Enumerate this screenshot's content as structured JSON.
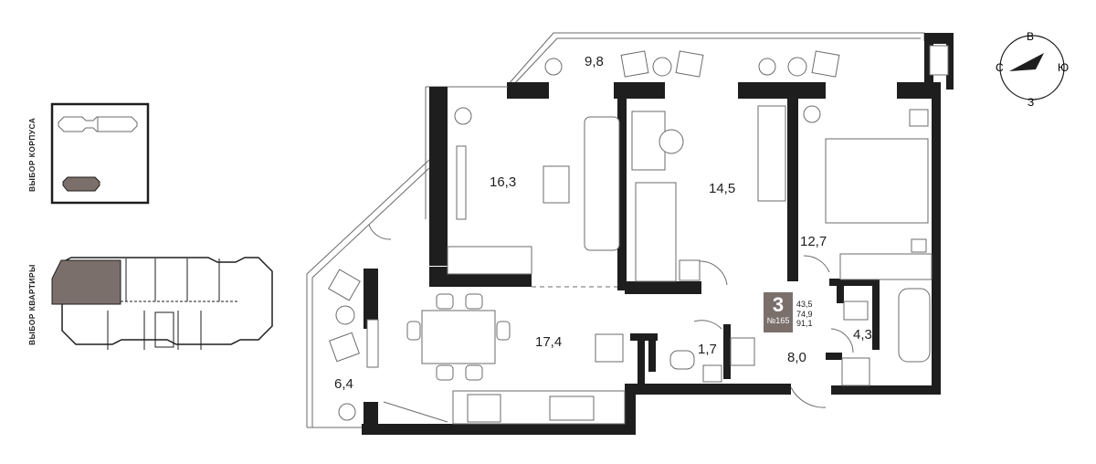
{
  "sidebar": {
    "building_label": "ВЫБОР КОРПУСА",
    "apartment_label": "ВЫБОР КВАРТИРЫ"
  },
  "compass": {
    "north": "С",
    "east": "В",
    "south": "Ю",
    "west": "З"
  },
  "badge": {
    "rooms": "3",
    "number": "№165",
    "areas": [
      "43,5",
      "74,9",
      "91,1"
    ]
  },
  "rooms": [
    {
      "id": "balcony-top",
      "area": "9,8"
    },
    {
      "id": "living",
      "area": "16,3"
    },
    {
      "id": "bedroom-middle",
      "area": "14,5"
    },
    {
      "id": "bedroom-right",
      "area": "12,7"
    },
    {
      "id": "kitchen",
      "area": "17,4"
    },
    {
      "id": "loggia-left",
      "area": "6,4"
    },
    {
      "id": "wc",
      "area": "1,7"
    },
    {
      "id": "hall",
      "area": "8,0"
    },
    {
      "id": "bathroom",
      "area": "4,3"
    }
  ],
  "colors": {
    "accent": "#7b6f6c",
    "wall": "#1e1e1e",
    "line": "#6b6b6b"
  }
}
